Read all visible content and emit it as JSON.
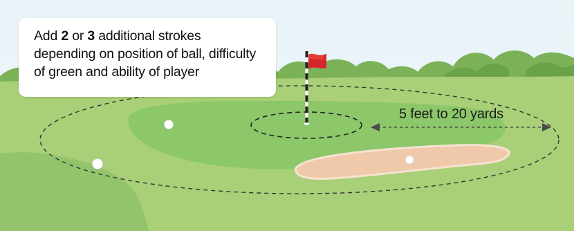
{
  "callout": {
    "part1": "Add ",
    "num1": "2",
    "part2": " or ",
    "num2": "3",
    "part3": " additional strokes depending on position of ball, difficulty of green and ability of player"
  },
  "distance_label": "5 feet to 20 yards",
  "icons": [
    "flag-icon",
    "golf-ball-icon",
    "double-arrow-icon"
  ],
  "colors": {
    "sky": "#eaf3f8",
    "trees": "#7cb257",
    "fairway": "#a9cf78",
    "green": "#8cc76a",
    "bunker": "#efc9aa",
    "flag": "#d6262a",
    "dashed_line": "#333333"
  }
}
